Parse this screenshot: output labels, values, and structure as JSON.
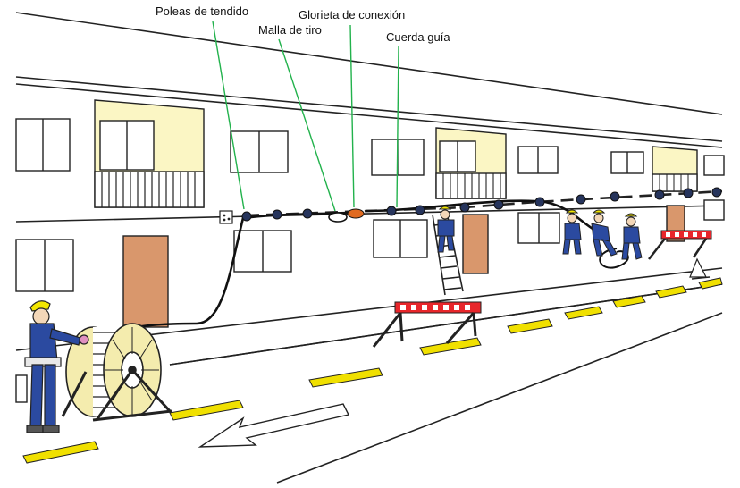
{
  "labels": {
    "poleas": "Poleas de tendido",
    "glorieta": "Glorieta de conexión",
    "malla": "Malla de tiro",
    "cuerda": "Cuerda guía"
  },
  "colors": {
    "callout_line": "#22b24c",
    "balcony": "#fbf6c4",
    "door": "#d9976c",
    "barrier_red": "#e8262b",
    "road_mark": "#f0e000",
    "worker_blue": "#2b4aa0",
    "helmet": "#f2e600",
    "cable": "#111111",
    "pulley": "#26345c",
    "connector": "#e06a20",
    "reel": "#f4ecae"
  }
}
